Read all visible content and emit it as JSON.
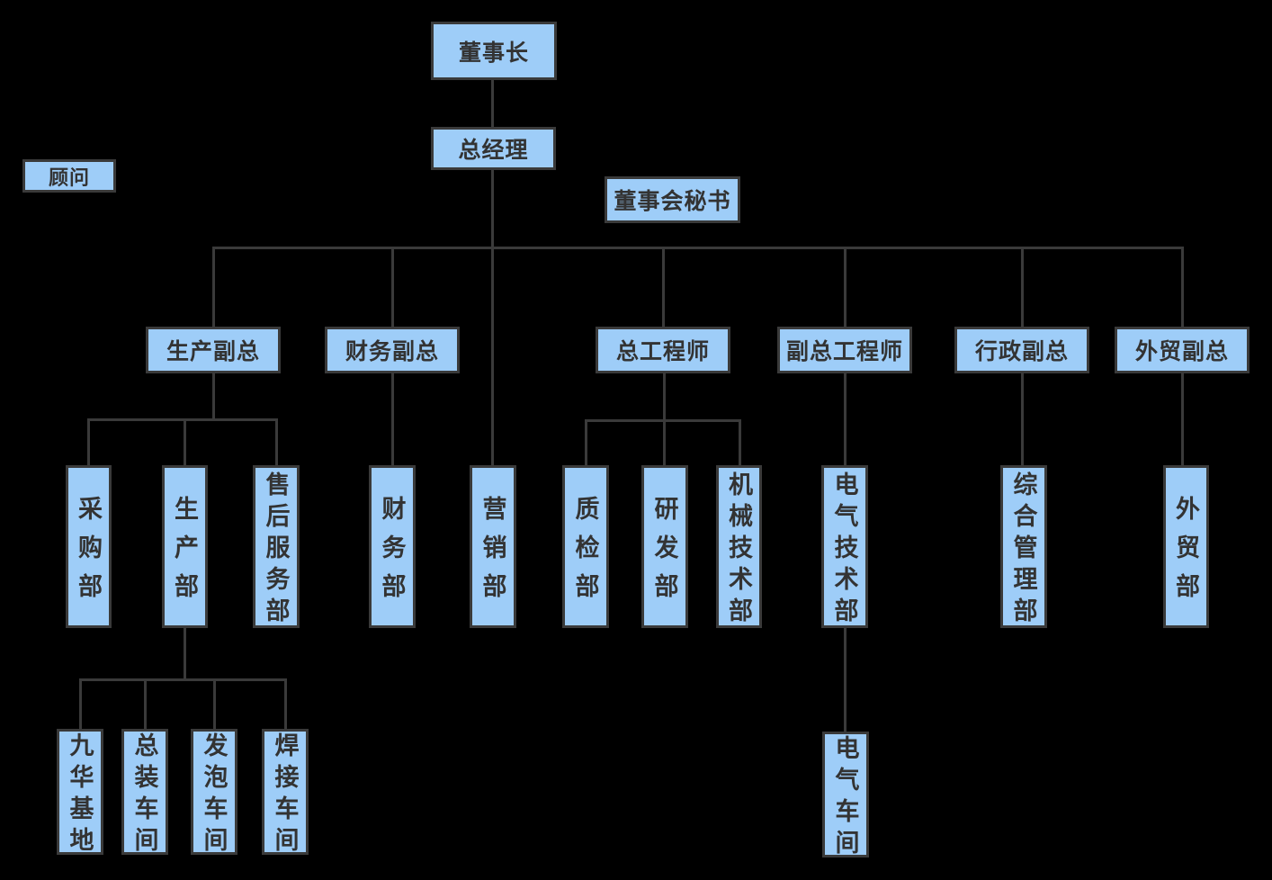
{
  "diagram": {
    "type": "org-chart",
    "colors": {
      "background": "#000000",
      "node_fill": "#9ECDF8",
      "node_border": "#3A3A3A",
      "node_text": "#333333",
      "connector": "#3A3A3A"
    },
    "nodes": {
      "chairman": "董事长",
      "general_manager": "总经理",
      "advisor": "顾问",
      "board_secretary": "董事会秘书",
      "production_vp": "生产副总",
      "finance_vp": "财务副总",
      "chief_engineer": "总工程师",
      "deputy_chief_engineer": "副总工程师",
      "admin_vp": "行政副总",
      "foreign_trade_vp": "外贸副总",
      "purchasing_dept": "采购部",
      "production_dept": "生产部",
      "after_sales_dept": "售后服务部",
      "finance_dept": "财务部",
      "marketing_dept": "营销部",
      "quality_dept": "质检部",
      "rnd_dept": "研发部",
      "mechanical_tech_dept": "机械技术部",
      "electrical_tech_dept": "电气技术部",
      "general_mgmt_dept": "综合管理部",
      "foreign_trade_dept": "外贸部",
      "jiuhua_base": "九华基地",
      "assembly_workshop": "总装车间",
      "foaming_workshop": "发泡车间",
      "welding_workshop": "焊接车间",
      "electrical_workshop": "电气车间"
    },
    "edges": [
      {
        "from": "chairman",
        "to": "general_manager"
      },
      {
        "from": "general_manager",
        "to": "production_vp"
      },
      {
        "from": "general_manager",
        "to": "finance_vp"
      },
      {
        "from": "general_manager",
        "to": "marketing_dept"
      },
      {
        "from": "general_manager",
        "to": "chief_engineer"
      },
      {
        "from": "general_manager",
        "to": "deputy_chief_engineer"
      },
      {
        "from": "general_manager",
        "to": "admin_vp"
      },
      {
        "from": "general_manager",
        "to": "foreign_trade_vp"
      },
      {
        "from": "production_vp",
        "to": "purchasing_dept"
      },
      {
        "from": "production_vp",
        "to": "production_dept"
      },
      {
        "from": "production_vp",
        "to": "after_sales_dept"
      },
      {
        "from": "finance_vp",
        "to": "finance_dept"
      },
      {
        "from": "chief_engineer",
        "to": "quality_dept"
      },
      {
        "from": "chief_engineer",
        "to": "rnd_dept"
      },
      {
        "from": "chief_engineer",
        "to": "mechanical_tech_dept"
      },
      {
        "from": "deputy_chief_engineer",
        "to": "electrical_tech_dept"
      },
      {
        "from": "admin_vp",
        "to": "general_mgmt_dept"
      },
      {
        "from": "foreign_trade_vp",
        "to": "foreign_trade_dept"
      },
      {
        "from": "production_dept",
        "to": "jiuhua_base"
      },
      {
        "from": "production_dept",
        "to": "assembly_workshop"
      },
      {
        "from": "production_dept",
        "to": "foaming_workshop"
      },
      {
        "from": "production_dept",
        "to": "welding_workshop"
      },
      {
        "from": "electrical_tech_dept",
        "to": "electrical_workshop"
      }
    ],
    "floating_nodes": [
      "advisor",
      "board_secretary"
    ]
  }
}
